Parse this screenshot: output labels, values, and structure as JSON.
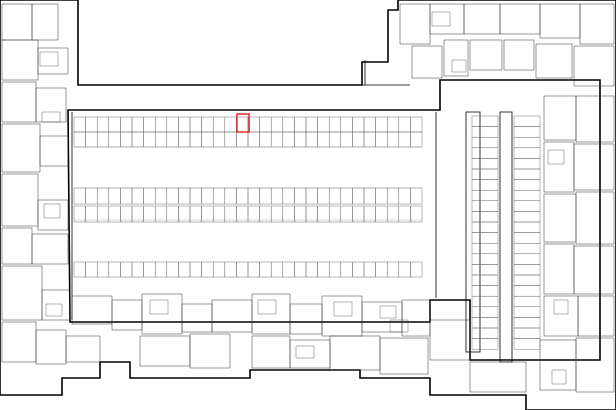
{
  "colors": {
    "wall": "#000000",
    "stall": "#666666",
    "highlight": "#e02020",
    "background": "#ffffff"
  },
  "plan": {
    "highlighted_stall": {
      "block": "north-bay",
      "row": 0,
      "index": 14
    },
    "stall_labels_legible": false
  }
}
